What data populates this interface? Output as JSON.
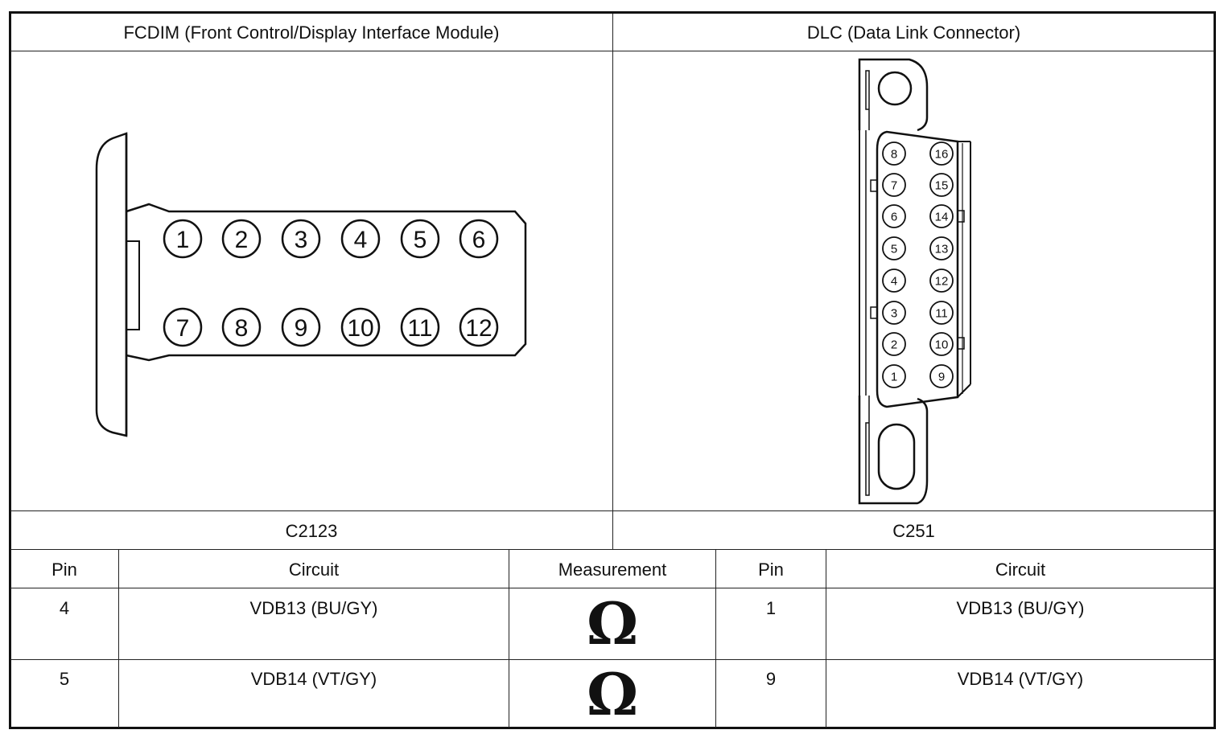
{
  "headers": {
    "left_connector": "FCDIM (Front Control/Display Interface Module)",
    "right_connector": "DLC (Data Link Connector)"
  },
  "connector_ids": {
    "left": "C2123",
    "right": "C251"
  },
  "fcdim_pins": {
    "row1": [
      "1",
      "2",
      "3",
      "4",
      "5",
      "6"
    ],
    "row2": [
      "7",
      "8",
      "9",
      "10",
      "11",
      "12"
    ]
  },
  "dlc_pins": {
    "left_column": [
      "8",
      "7",
      "6",
      "5",
      "4",
      "3",
      "2",
      "1"
    ],
    "right_column": [
      "16",
      "15",
      "14",
      "13",
      "12",
      "11",
      "10",
      "9"
    ]
  },
  "table": {
    "columns": [
      "Pin",
      "Circuit",
      "Measurement",
      "Pin",
      "Circuit"
    ],
    "rows": [
      {
        "pin_a": "4",
        "circuit_a": "VDB13 (BU/GY)",
        "measurement": "Ω",
        "pin_b": "1",
        "circuit_b": "VDB13 (BU/GY)"
      },
      {
        "pin_a": "5",
        "circuit_a": "VDB14 (VT/GY)",
        "measurement": "Ω",
        "pin_b": "9",
        "circuit_b": "VDB14 (VT/GY)"
      }
    ]
  }
}
